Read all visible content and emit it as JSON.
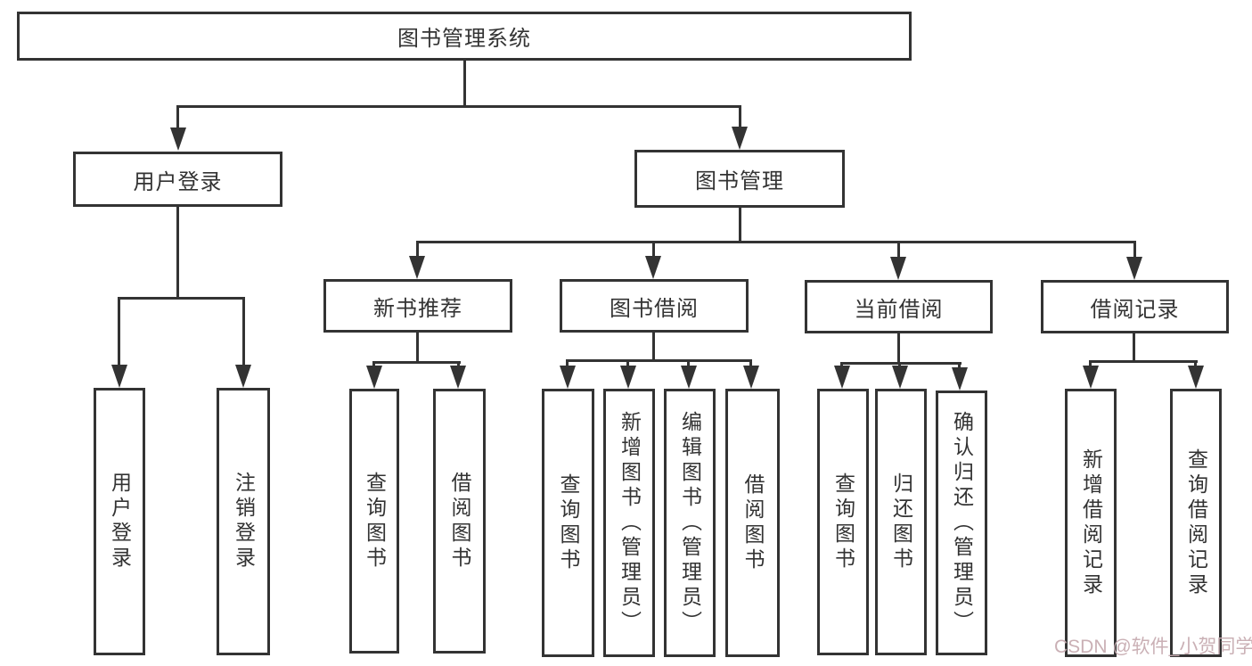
{
  "tree": {
    "label": "图书管理系统",
    "children": [
      {
        "label": "用户登录",
        "children": [
          {
            "label": "用户登录"
          },
          {
            "label": "注销登录"
          }
        ]
      },
      {
        "label": "图书管理",
        "children": [
          {
            "label": "新书推荐",
            "children": [
              {
                "label": "查询图书"
              },
              {
                "label": "借阅图书"
              }
            ]
          },
          {
            "label": "图书借阅",
            "children": [
              {
                "label": "查询图书"
              },
              {
                "label": "新增图书（管理员）"
              },
              {
                "label": "编辑图书（管理员）"
              },
              {
                "label": "借阅图书"
              }
            ]
          },
          {
            "label": "当前借阅",
            "children": [
              {
                "label": "查询图书"
              },
              {
                "label": "归还图书"
              },
              {
                "label": "确认归还（管理员）"
              }
            ]
          },
          {
            "label": "借阅记录",
            "children": [
              {
                "label": "新增借阅记录"
              },
              {
                "label": "查询借阅记录"
              }
            ]
          }
        ]
      }
    ]
  },
  "watermark": {
    "text": "CSDN @软件_小贺同学"
  },
  "colors": {
    "line": "#333333",
    "text": "#333333",
    "background": "#ffffff",
    "watermark": "#c7acb1"
  }
}
